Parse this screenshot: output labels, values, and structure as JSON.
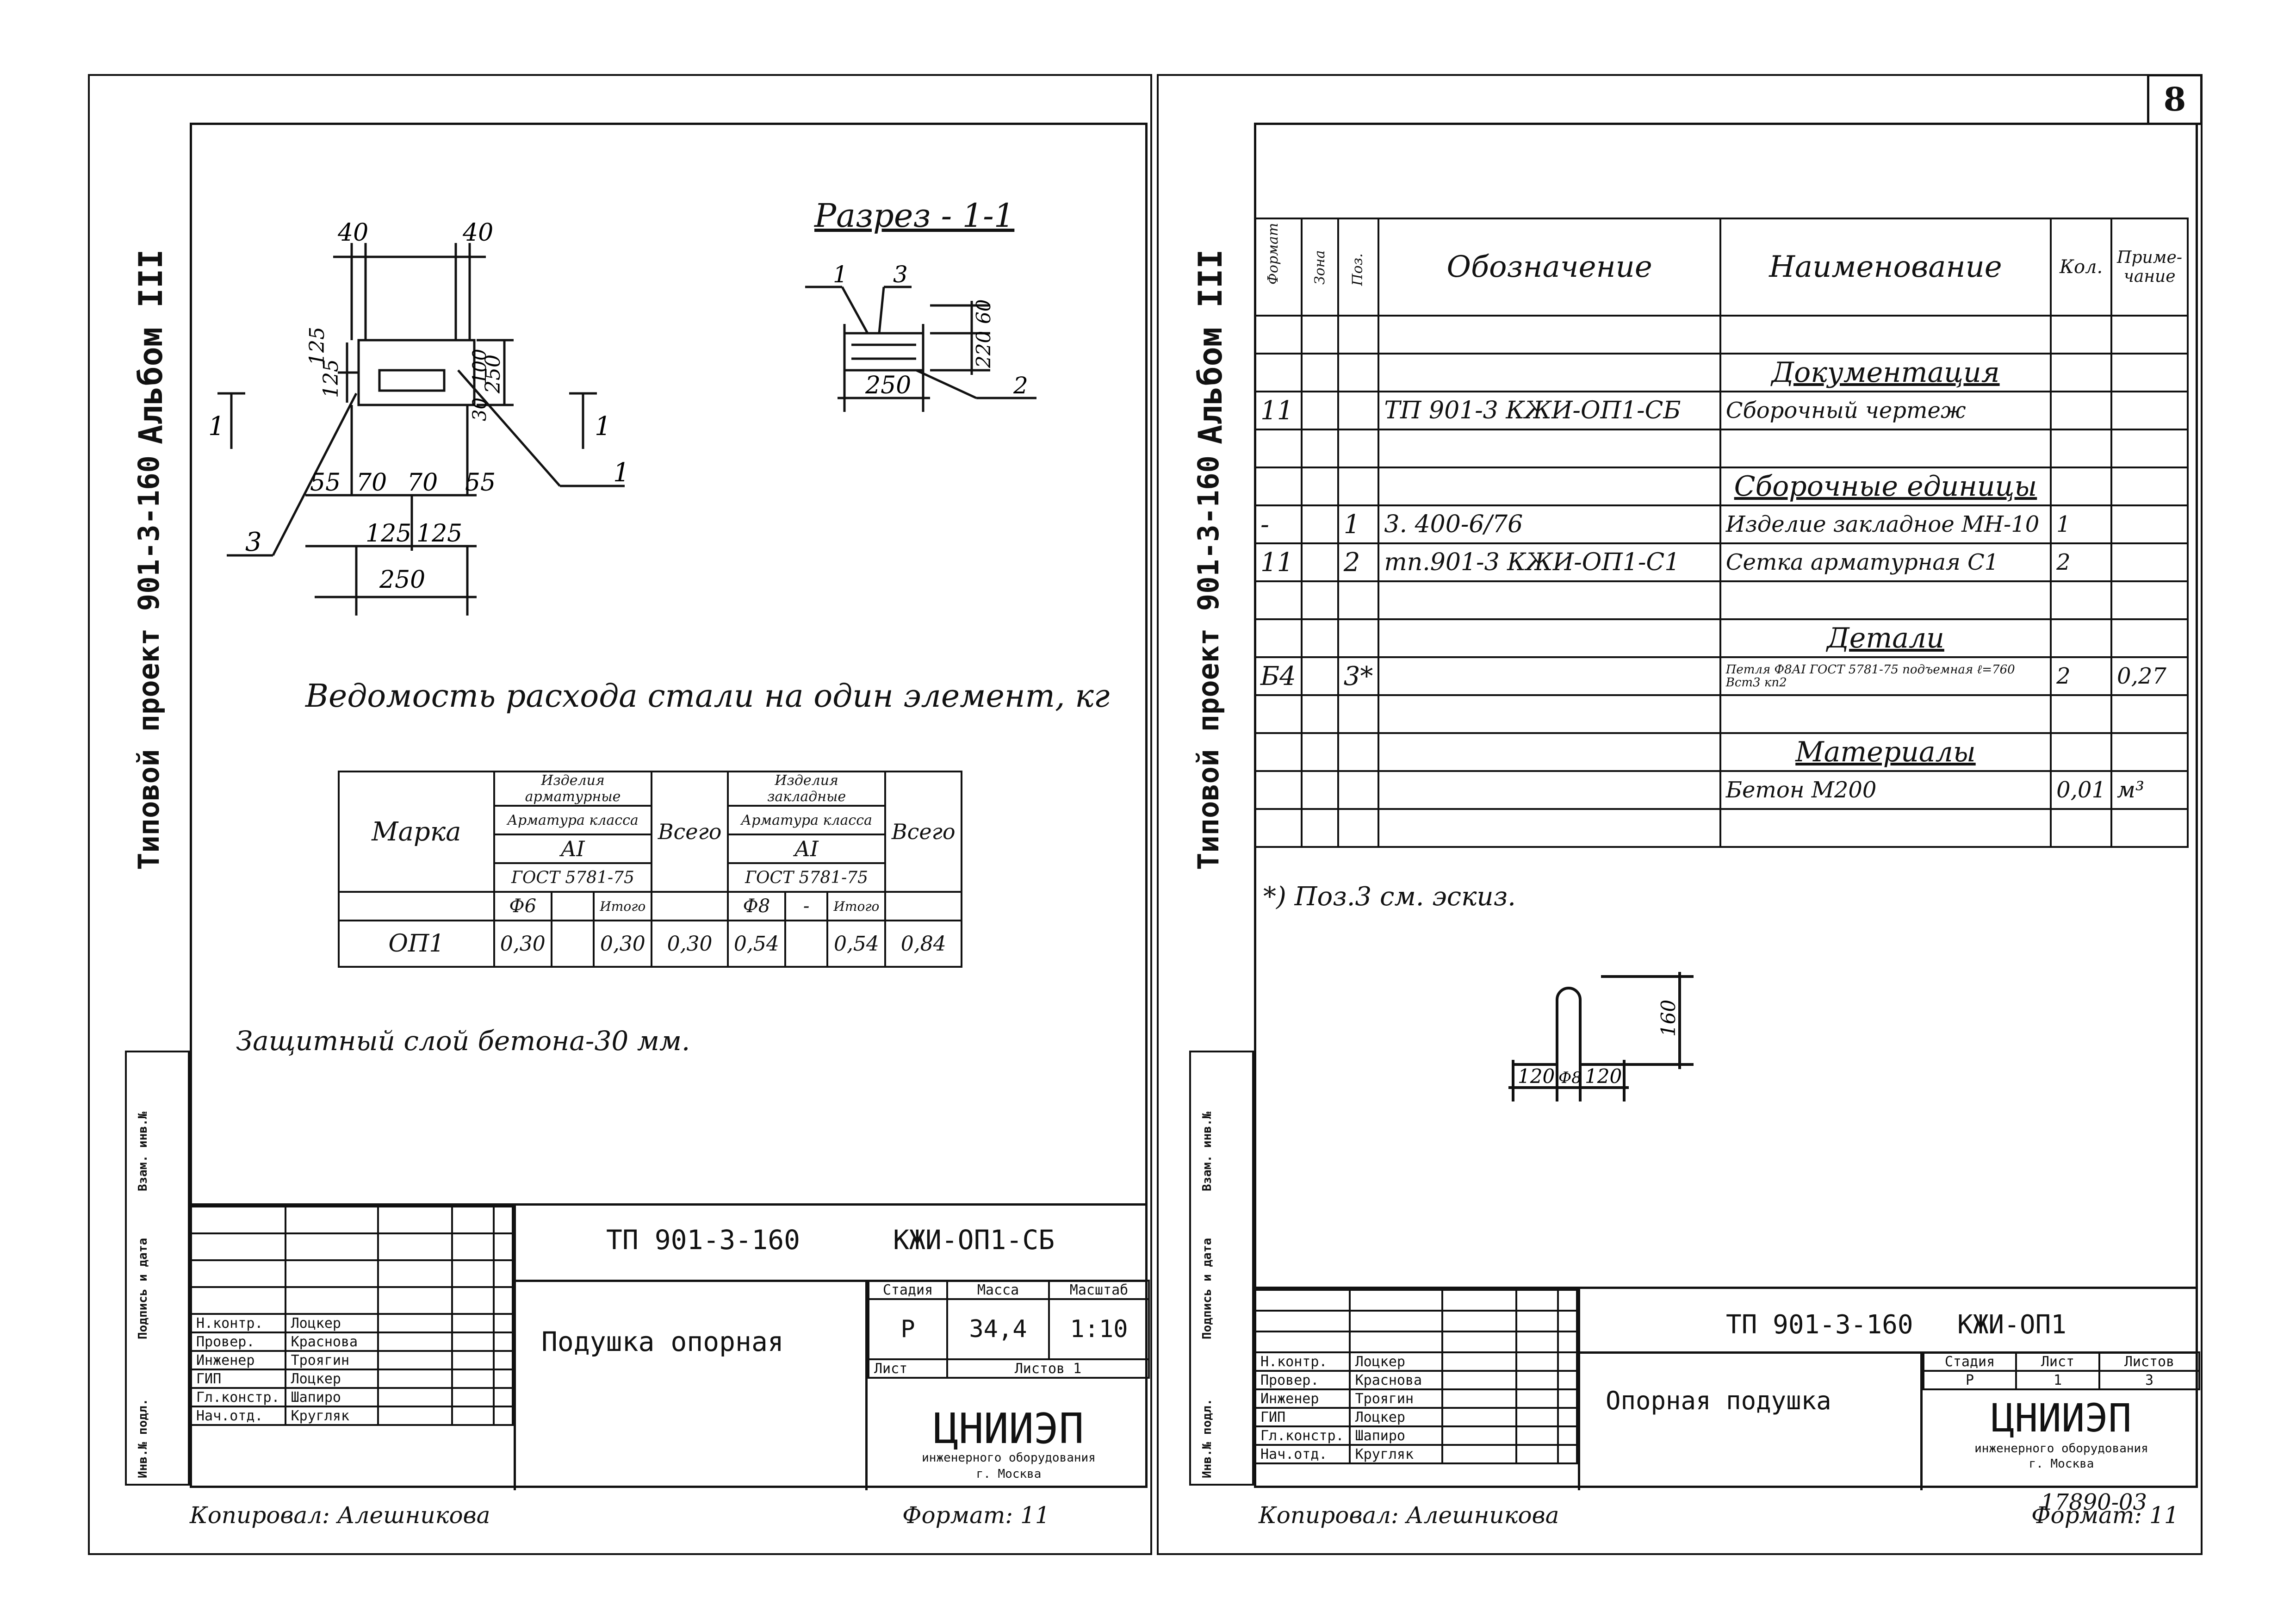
{
  "sheet_number": "8",
  "side_labels": {
    "album": "Альбом III",
    "project": "Типовой проект 901-3-160",
    "stamp_left": "Инв.№ подл.",
    "stamp_sign": "Подпись и дата",
    "stamp_inv": "Взам. инв.№"
  },
  "left": {
    "section_title": "Разрез - 1-1",
    "plan_dims": {
      "d40a": "40",
      "d40b": "40",
      "d125a": "125",
      "d125b": "125",
      "d250v": "250",
      "d100": "100",
      "d30": "30",
      "d55a": "55",
      "d70a": "70",
      "d70b": "70",
      "d55b": "55",
      "d125c": "125",
      "d125d": "125",
      "d250h": "250",
      "cut1": "1",
      "cut2": "1",
      "pos1": "1",
      "pos3": "3"
    },
    "section_dims": {
      "p1": "1",
      "p3": "3",
      "d60": "60",
      "d220": "220",
      "p2": "2",
      "d250": "250"
    },
    "steel_title": "Ведомость расхода стали на один элемент, кг",
    "steel_table": {
      "marka": "Марка",
      "rebar_group": "Изделия арматурные",
      "embed_group": "Изделия закладные",
      "class_label": "Арматура класса",
      "class_value": "AI",
      "gost": "ГОСТ 5781-75",
      "total_label": "Всего",
      "d6": "Ф6",
      "d8": "Ф8",
      "dash": "-",
      "itogo": "Итого",
      "row": {
        "mark": "ОП1",
        "v1": "0,30",
        "v2": "",
        "v3": "0,30",
        "v4": "0,30",
        "v5": "0,54",
        "v6": "",
        "v7": "0,54",
        "v8": "0,84"
      }
    },
    "cover_note": "Защитный слой бетона-30 мм.",
    "title_block": {
      "doc_code": "ТП 901-3-160",
      "doc_mark": "КЖИ-ОП1-СБ",
      "title": "Подушка опорная",
      "col_stage": "Стадия",
      "col_mass": "Масса",
      "col_scale": "Масштаб",
      "stage": "Р",
      "mass": "34,4",
      "scale": "1:10",
      "sheet": "Лист",
      "sheets": "Листов 1",
      "org": "ЦНИИЭП",
      "org_sub": "инженерного оборудования",
      "city": "г. Москва",
      "roles": [
        {
          "role": "Н.контр.",
          "name": "Лоцкер"
        },
        {
          "role": "Провер.",
          "name": "Краснова"
        },
        {
          "role": "Инженер",
          "name": "Троягин"
        },
        {
          "role": "ГИП",
          "name": "Лоцкер"
        },
        {
          "role": "Гл.констр.",
          "name": "Шапиро"
        },
        {
          "role": "Нач.отд.",
          "name": "Кругляк"
        }
      ]
    },
    "copied": "Копировал: Алешникова",
    "format": "Формат: 11"
  },
  "right": {
    "headers": {
      "format": "Формат",
      "zone": "Зона",
      "pos": "Поз.",
      "designation": "Обозначение",
      "name": "Наименование",
      "qty": "Кол.",
      "note": "Приме-чание"
    },
    "rows": [
      {
        "f": "",
        "z": "",
        "p": "",
        "des": "",
        "name": "",
        "qty": "",
        "note": "",
        "type": "blank"
      },
      {
        "f": "",
        "z": "",
        "p": "",
        "des": "",
        "name": "Документация",
        "qty": "",
        "note": "",
        "type": "section"
      },
      {
        "f": "11",
        "z": "",
        "p": "",
        "des": "ТП 901-3    КЖИ-ОП1-СБ",
        "name": "Сборочный чертеж",
        "qty": "",
        "note": "",
        "type": "item"
      },
      {
        "f": "",
        "z": "",
        "p": "",
        "des": "",
        "name": "",
        "qty": "",
        "note": "",
        "type": "blank"
      },
      {
        "f": "",
        "z": "",
        "p": "",
        "des": "",
        "name": "Сборочные единицы",
        "qty": "",
        "note": "",
        "type": "section"
      },
      {
        "f": "-",
        "z": "",
        "p": "1",
        "des": "3. 400-6/76",
        "name": "Изделие закладное МН-10",
        "qty": "1",
        "note": "",
        "type": "item"
      },
      {
        "f": "11",
        "z": "",
        "p": "2",
        "des": "тп.901-3    КЖИ-ОП1-С1",
        "name": "Сетка арматурная С1",
        "qty": "2",
        "note": "",
        "type": "item"
      },
      {
        "f": "",
        "z": "",
        "p": "",
        "des": "",
        "name": "",
        "qty": "",
        "note": "",
        "type": "blank"
      },
      {
        "f": "",
        "z": "",
        "p": "",
        "des": "",
        "name": "Детали",
        "qty": "",
        "note": "",
        "type": "section"
      },
      {
        "f": "Б4",
        "z": "",
        "p": "3*",
        "des": "",
        "name": "Петля Ф8АI ГОСТ 5781-75 подъемная ℓ=760 Вст3 кп2",
        "qty": "2",
        "note": "0,27",
        "type": "small"
      },
      {
        "f": "",
        "z": "",
        "p": "",
        "des": "",
        "name": "",
        "qty": "",
        "note": "",
        "type": "blank"
      },
      {
        "f": "",
        "z": "",
        "p": "",
        "des": "",
        "name": "Материалы",
        "qty": "",
        "note": "",
        "type": "section"
      },
      {
        "f": "",
        "z": "",
        "p": "",
        "des": "",
        "name": "Бетон М200",
        "qty": "0,01",
        "note": "м³",
        "type": "item"
      },
      {
        "f": "",
        "z": "",
        "p": "",
        "des": "",
        "name": "",
        "qty": "",
        "note": "",
        "type": "blank"
      }
    ],
    "sketch_note": "*) Поз.3 см. эскиз.",
    "sketch_dims": {
      "d160": "160",
      "d120a": "120",
      "d8": "Ф8",
      "d120b": "120"
    },
    "title_block": {
      "doc_code": "ТП 901-3-160",
      "doc_mark": "КЖИ-ОП1",
      "title": "Опорная подушка",
      "col_stage": "Стадия",
      "col_sheet": "Лист",
      "col_sheets": "Листов",
      "stage": "Р",
      "sheet": "1",
      "sheets": "3",
      "org": "ЦНИИЭП",
      "org_sub": "инженерного оборудования",
      "city": "г. Москва",
      "roles": [
        {
          "role": "Н.контр.",
          "name": "Лоцкер"
        },
        {
          "role": "Провер.",
          "name": "Краснова"
        },
        {
          "role": "Инженер",
          "name": "Троягин"
        },
        {
          "role": "ГИП",
          "name": "Лоцкер"
        },
        {
          "role": "Гл.констр.",
          "name": "Шапиро"
        },
        {
          "role": "Нач.отд.",
          "name": "Кругляк"
        }
      ]
    },
    "archive": "17890-03",
    "copied": "Копировал: Алешникова",
    "format": "Формат: 11"
  }
}
